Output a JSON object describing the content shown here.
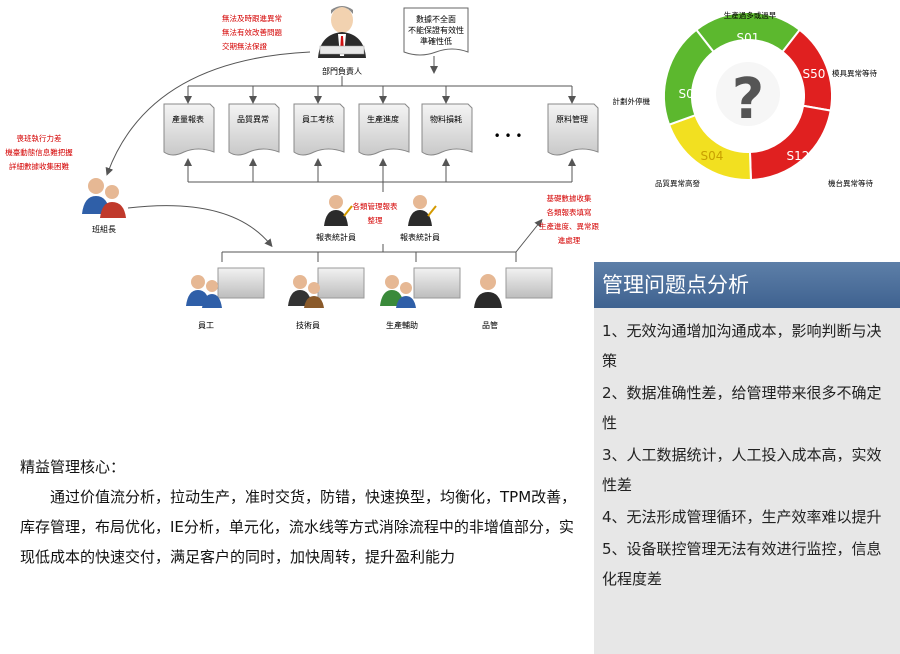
{
  "org_chart": {
    "manager_notes": [
      "無法及時跟進異常",
      "無法有效改善問題",
      "交期無法保證"
    ],
    "manager_label": "部門負責人",
    "data_note": [
      "數據不全面",
      "不能保證有效性",
      "準確性低"
    ],
    "reports": [
      "產量報表",
      "品質異常",
      "員工考核",
      "生產進度",
      "物料損耗",
      "原料管理"
    ],
    "ellipsis": "• • •",
    "team_leader_notes": [
      "喪班執行力差",
      "機臺動態信息難把握",
      "詳細數據收集困難"
    ],
    "team_leader_label": "班組長",
    "stats_label": "報表統計員",
    "stats_note": [
      "各類管理報表整理"
    ],
    "collect_note": [
      "基礎數據收集",
      "各類報表填寫",
      "生產進度、異常跟進處理"
    ],
    "staff": [
      "員工",
      "技術員",
      "生產輔助",
      "品管"
    ]
  },
  "gauge": {
    "segments": [
      {
        "code": "S01",
        "label": "生產過多或過早",
        "color": "#5cb82e"
      },
      {
        "code": "S50",
        "label": "模具異常等待",
        "color": "#e02020"
      },
      {
        "code": "S12",
        "label": "機台異常等待",
        "color": "#e02020"
      },
      {
        "code": "S04",
        "label": "品質異常高發",
        "color": "#f2e020"
      },
      {
        "code": "S05",
        "label": "計劃外停機",
        "color": "#5cb82e"
      }
    ],
    "center_symbol": "?"
  },
  "lean_core": {
    "title": "精益管理核心：",
    "body": "通过价值流分析，拉动生产，准时交货，防错，快速换型，均衡化，TPM改善，库存管理，布局优化，IE分析，单元化，流水线等方式消除流程中的非增值部分，实现低成本的快速交付，满足客户的同时，加快周转，提升盈利能力"
  },
  "panel": {
    "title": "管理问题点分析",
    "items": [
      "1、无效沟通增加沟通成本，影响判断与决策",
      "2、数据准确性差，给管理带来很多不确定性",
      "3、人工数据统计，人工投入成本高，实效性差",
      "4、无法形成管理循环，生产效率难以提升",
      "5、设备联控管理无法有效进行监控，信息化程度差"
    ]
  }
}
